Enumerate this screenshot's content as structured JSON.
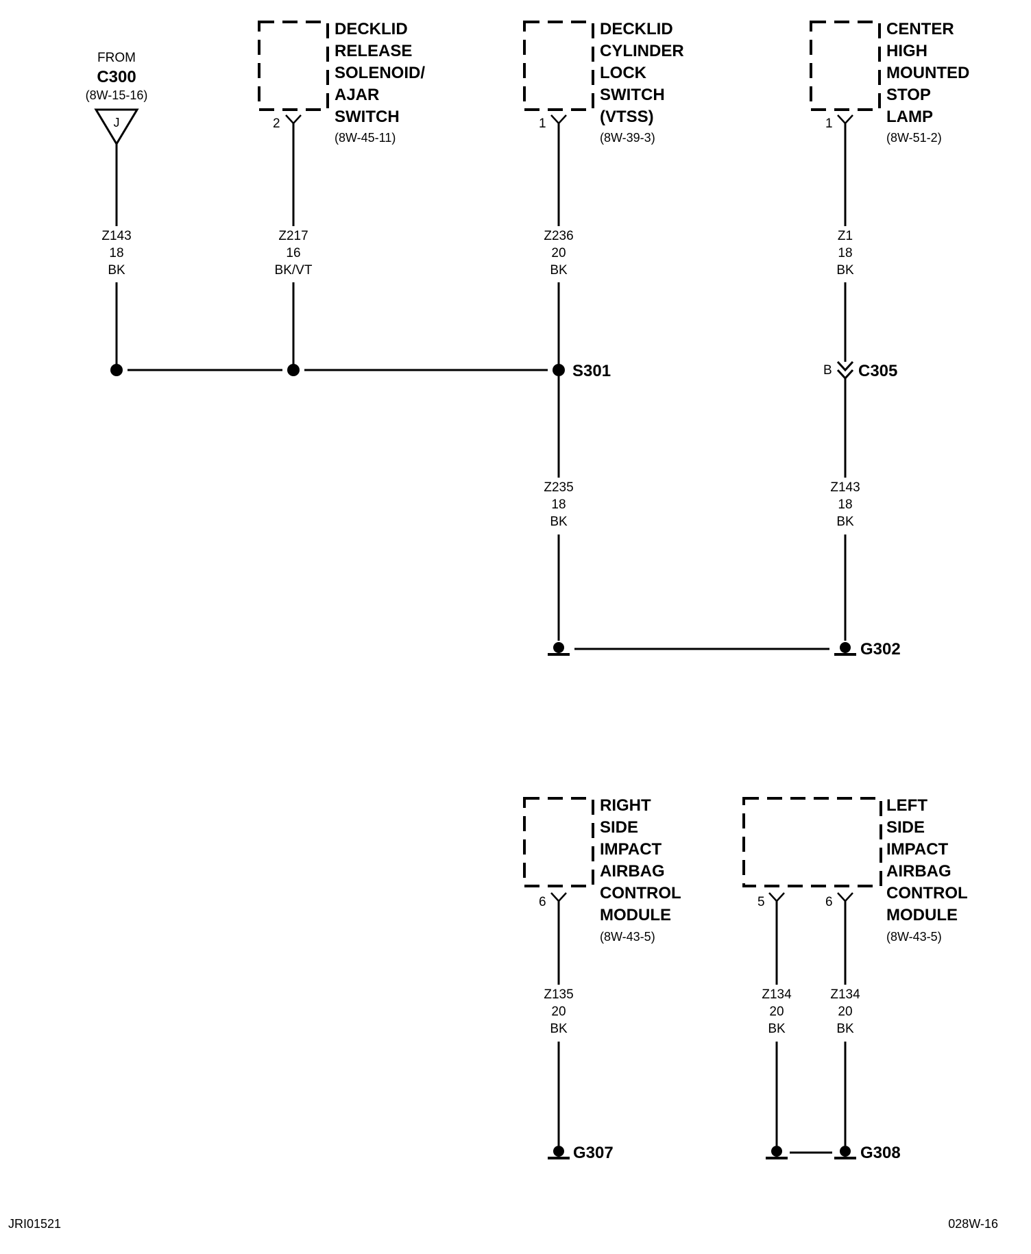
{
  "from": {
    "word": "FROM",
    "connector": "C300",
    "ref": "(8W-15-16)",
    "pin": "J"
  },
  "components": {
    "decklid_release": {
      "lines": [
        "DECKLID",
        "RELEASE",
        "SOLENOID/",
        "AJAR",
        "SWITCH"
      ],
      "ref": "(8W-45-11)",
      "pin": "2"
    },
    "decklid_cylinder": {
      "lines": [
        "DECKLID",
        "CYLINDER",
        "LOCK",
        "SWITCH",
        "(VTSS)"
      ],
      "ref": "(8W-39-3)",
      "pin": "1"
    },
    "chmsl": {
      "lines": [
        "CENTER",
        "HIGH",
        "MOUNTED",
        "STOP",
        "LAMP"
      ],
      "ref": "(8W-51-2)",
      "pin": "1"
    },
    "right_airbag": {
      "lines": [
        "RIGHT",
        "SIDE",
        "IMPACT",
        "AIRBAG",
        "CONTROL",
        "MODULE"
      ],
      "ref": "(8W-43-5)",
      "pin": "6"
    },
    "left_airbag": {
      "lines": [
        "LEFT",
        "SIDE",
        "IMPACT",
        "AIRBAG",
        "CONTROL",
        "MODULE"
      ],
      "ref": "(8W-43-5)",
      "pin_a": "5",
      "pin_b": "6"
    }
  },
  "wires": {
    "w1": [
      "Z143",
      "18",
      "BK"
    ],
    "w2": [
      "Z217",
      "16",
      "BK/VT"
    ],
    "w3": [
      "Z236",
      "20",
      "BK"
    ],
    "w4": [
      "Z1",
      "18",
      "BK"
    ],
    "w5": [
      "Z235",
      "18",
      "BK"
    ],
    "w6": [
      "Z143",
      "18",
      "BK"
    ],
    "w7": [
      "Z135",
      "20",
      "BK"
    ],
    "w8": [
      "Z134",
      "20",
      "BK"
    ],
    "w9": [
      "Z134",
      "20",
      "BK"
    ]
  },
  "splice": "S301",
  "connector": {
    "name": "C305",
    "pin": "B"
  },
  "grounds": {
    "g302": "G302",
    "g307": "G307",
    "g308": "G308"
  },
  "footer": {
    "left": "JRI01521",
    "right": "028W-16"
  }
}
